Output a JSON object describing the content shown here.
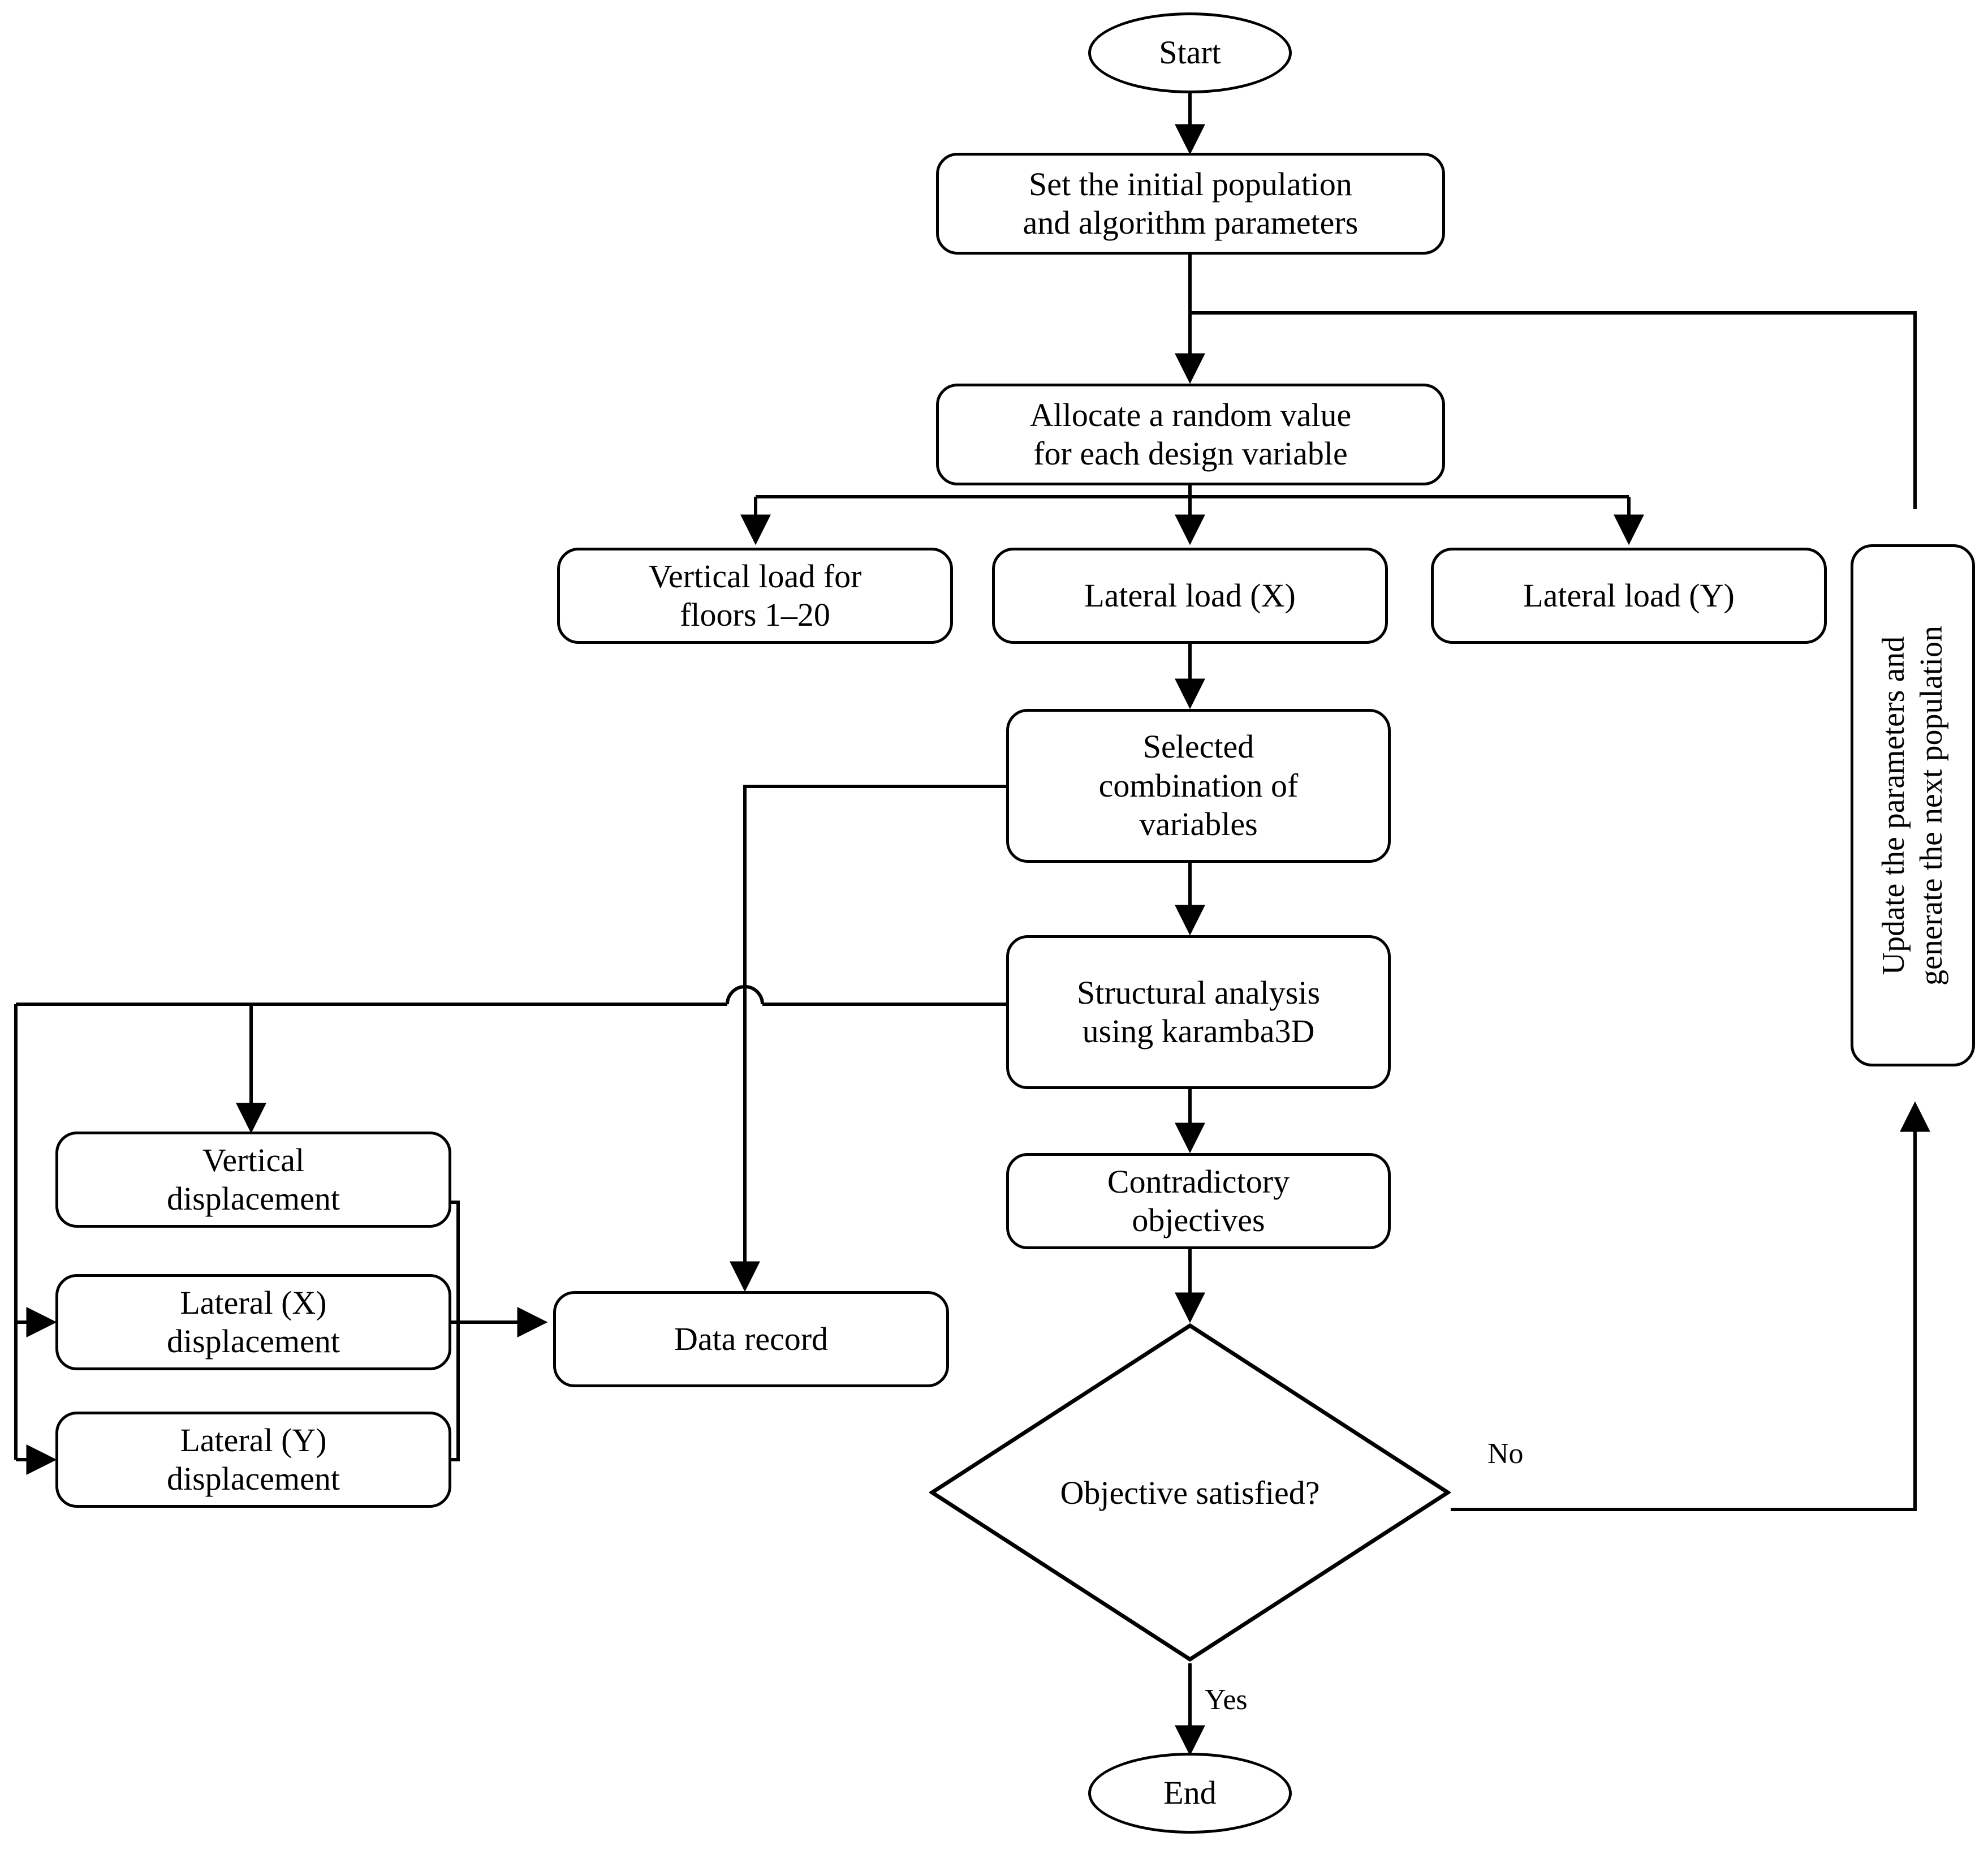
{
  "diagram": {
    "title": "Optimization workflow flowchart",
    "line_color": "#000000",
    "fill_color": "#ffffff",
    "nodes": {
      "start": {
        "label": "Start",
        "shape": "ellipse"
      },
      "set_initial": {
        "label": "Set the  initial population\nand algorithm parameters",
        "shape": "rounded-rect"
      },
      "allocate": {
        "label": "Allocate a random value\nfor each design variable",
        "shape": "rounded-rect"
      },
      "vertical_load": {
        "label": "Vertical load for\nfloors 1–20",
        "shape": "rounded-rect"
      },
      "lateral_load_x": {
        "label": "Lateral load (X)",
        "shape": "rounded-rect"
      },
      "lateral_load_y": {
        "label": "Lateral load (Y)",
        "shape": "rounded-rect"
      },
      "selected_combination": {
        "label": "Selected\ncombination of\nvariables",
        "shape": "rounded-rect"
      },
      "structural_analysis": {
        "label": "Structural analysis\nusing karamba3D",
        "shape": "rounded-rect"
      },
      "contradictory": {
        "label": "Contradictory\nobjectives",
        "shape": "rounded-rect"
      },
      "objective_satisfied": {
        "label": "Objective satisfied?",
        "shape": "diamond"
      },
      "end": {
        "label": "End",
        "shape": "ellipse"
      },
      "vertical_displacement": {
        "label": "Vertical\ndisplacement",
        "shape": "rounded-rect"
      },
      "lateral_x_displacement": {
        "label": "Lateral (X)\ndisplacement",
        "shape": "rounded-rect"
      },
      "lateral_y_displacement": {
        "label": "Lateral (Y)\ndisplacement",
        "shape": "rounded-rect"
      },
      "data_record": {
        "label": "Data record",
        "shape": "rounded-rect"
      },
      "update_parameters": {
        "label": "Update the parameters and\ngenerate the next population",
        "shape": "rounded-rect-vertical"
      }
    },
    "edge_labels": {
      "no": "No",
      "yes": "Yes"
    }
  }
}
